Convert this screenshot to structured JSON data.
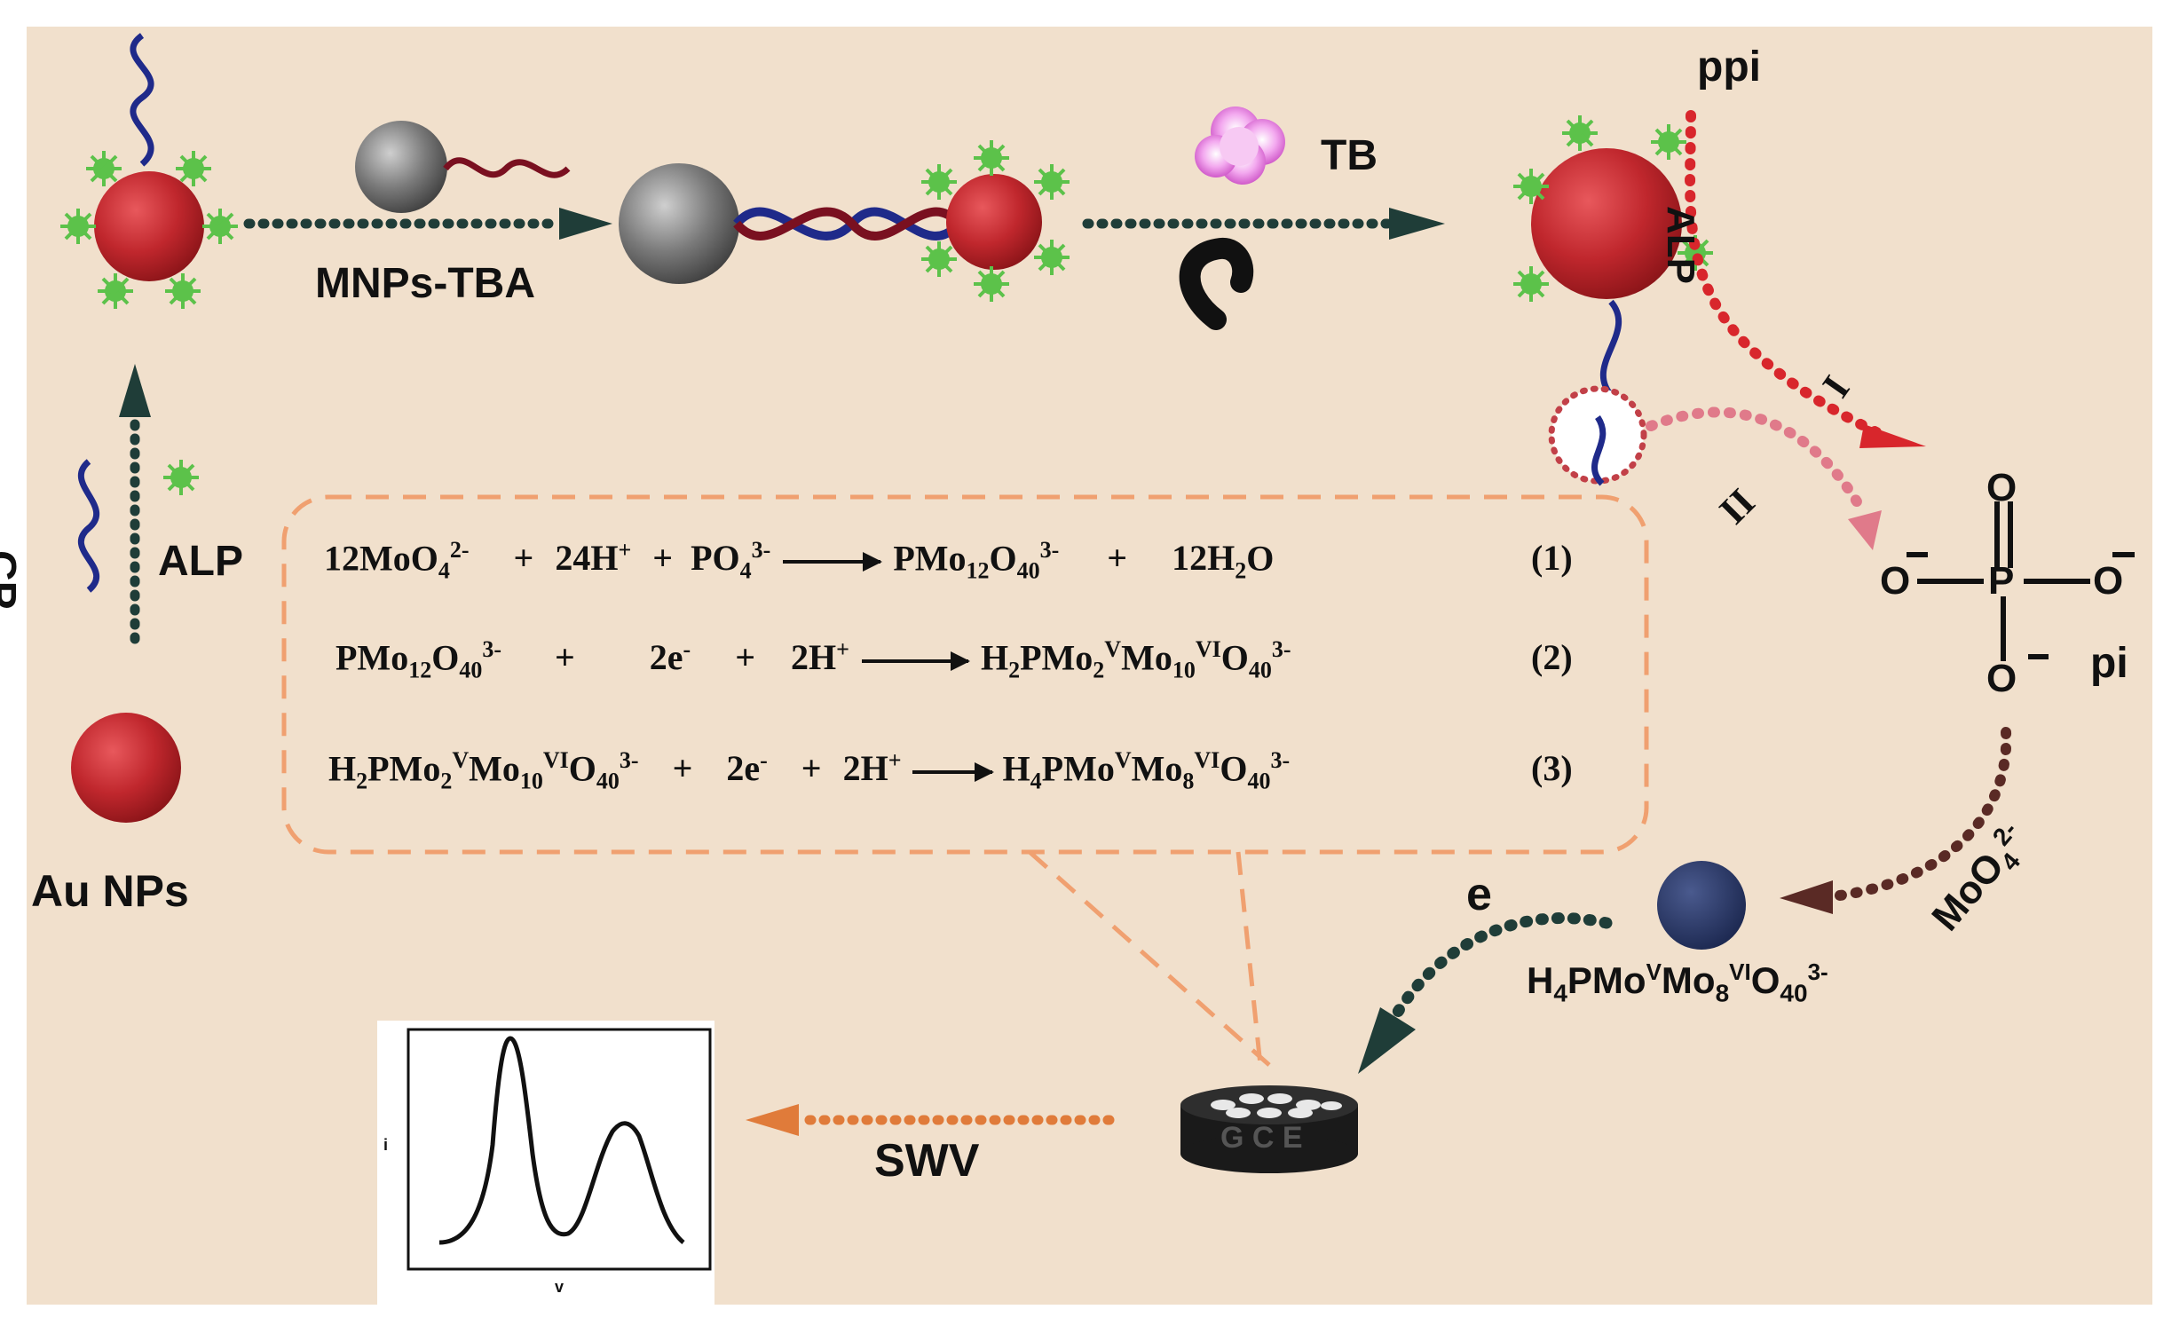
{
  "colors": {
    "background": "#f1e0cc",
    "au_np": "#c0272d",
    "mnp": "#7a7a7a",
    "ssdna_blue": "#1f2a8a",
    "ssdna_red": "#7a1020",
    "alp_star": "#5cc24a",
    "arrow_teal": "#1f3d38",
    "arrow_red": "#d8262c",
    "arrow_pink": "#e07a8a",
    "arrow_brown": "#5a2a25",
    "arrow_orange": "#e07b3a",
    "dashed_box": "#f0a070",
    "blue_ball": "#2b3a6a"
  },
  "labels": {
    "mnps_tba": "MNPs-TBA",
    "tb": "TB",
    "ppi": "ppi",
    "alp_top": "ALP",
    "alp_left": "ALP",
    "cp": "CP",
    "au_nps": "Au NPs",
    "roman_1": "I",
    "roman_2": "II",
    "pi": "pi",
    "o_top": "O",
    "o_left": "O",
    "o_right": "O",
    "o_bottom": "O",
    "p_center": "P",
    "moo4": "MoO",
    "moo4_sub": "4",
    "moo4_sup": "2-",
    "e_label": "e",
    "swv": "SWV",
    "gce": "G C E",
    "axis_i": "i",
    "axis_v": "v"
  },
  "product": {
    "h": "H",
    "sub4": "4",
    "pmo": "PMo",
    "supV": "V",
    "mo": "Mo",
    "sub8": "8",
    "supVI": "VI",
    "o": "O",
    "sub40": "40",
    "sup3": "3-"
  },
  "equations": {
    "eq1": {
      "a": "12MoO",
      "a_sub": "4",
      "a_sup": "2-",
      "plus1": "+",
      "b": "24H",
      "b_sup": "+",
      "plus2": "+",
      "c": "PO",
      "c_sub": "4",
      "c_sup": "3-",
      "d": "PMo",
      "d_sub": "12",
      "d2": "O",
      "d2_sub": "40",
      "d_sup": "3-",
      "plus3": "+",
      "e": "12H",
      "e_sub": "2",
      "e2": "O",
      "num": "(1)"
    },
    "eq2": {
      "a": "PMo",
      "a_sub": "12",
      "a2": "O",
      "a2_sub": "40",
      "a_sup": "3-",
      "plus1": "+",
      "b": "2e",
      "b_sup": "-",
      "plus2": "+",
      "c": "2H",
      "c_sup": "+",
      "d": "H",
      "d_sub": "2",
      "d2": "PMo",
      "d2_sub": "2",
      "d2_sup": "V",
      "d3": "Mo",
      "d3_sub": "10",
      "d3_sup": "VI",
      "d4": "O",
      "d4_sub": "40",
      "d4_sup": "3-",
      "num": "(2)"
    },
    "eq3": {
      "a": "H",
      "a_sub": "2",
      "a2": "PMo",
      "a2_sub": "2",
      "a2_sup": "V",
      "a3": "Mo",
      "a3_sub": "10",
      "a3_sup": "VI",
      "a4": "O",
      "a4_sub": "40",
      "a4_sup": "3-",
      "plus1": "+",
      "b": "2e",
      "b_sup": "-",
      "plus2": "+",
      "c": "2H",
      "c_sup": "+",
      "d": "H",
      "d_sub": "4",
      "d2": "PMo",
      "d2_sup": "V",
      "d3": "Mo",
      "d3_sub": "8",
      "d3_sup": "VI",
      "d4": "O",
      "d4_sub": "40",
      "d4_sup": "3-",
      "num": "(3)"
    }
  }
}
